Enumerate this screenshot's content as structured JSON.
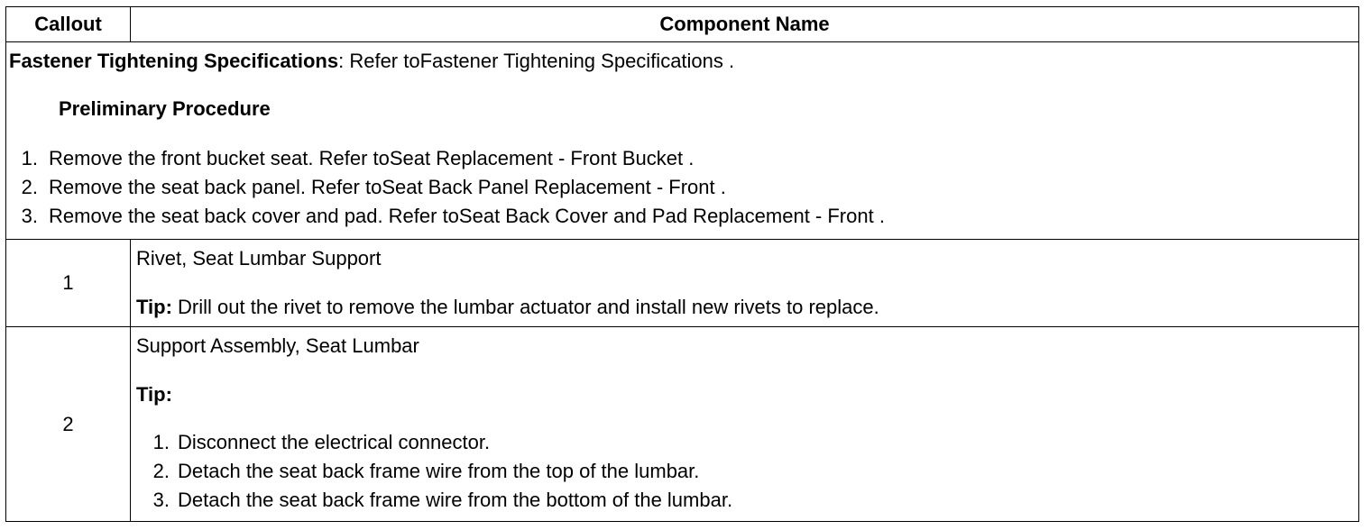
{
  "table": {
    "headers": {
      "callout": "Callout",
      "component": "Component Name"
    },
    "intro": {
      "fastener_label": "Fastener Tightening Specifications",
      "fastener_text": ": Refer toFastener Tightening Specifications .",
      "prelim_heading": "Preliminary Procedure",
      "steps": [
        {
          "num": "1.",
          "text": "Remove the front bucket seat. Refer toSeat Replacement - Front Bucket ."
        },
        {
          "num": "2.",
          "text": "Remove the seat back panel. Refer toSeat Back Panel Replacement - Front ."
        },
        {
          "num": "3.",
          "text": "Remove the seat back cover and pad. Refer toSeat Back Cover and Pad Replacement - Front ."
        }
      ]
    },
    "rows": [
      {
        "callout": "1",
        "name": "Rivet, Seat Lumbar Support",
        "tip_label": "Tip:",
        "tip_text": " Drill out the rivet to remove the lumbar actuator and install new rivets to replace."
      },
      {
        "callout": "2",
        "name": "Support Assembly, Seat Lumbar",
        "tip_label": "Tip:",
        "steps": [
          {
            "num": "1.",
            "text": "Disconnect the electrical connector."
          },
          {
            "num": "2.",
            "text": "Detach the seat back frame wire from the top of the lumbar."
          },
          {
            "num": "3.",
            "text": "Detach the seat back frame wire from the bottom of the lumbar."
          }
        ]
      }
    ]
  }
}
